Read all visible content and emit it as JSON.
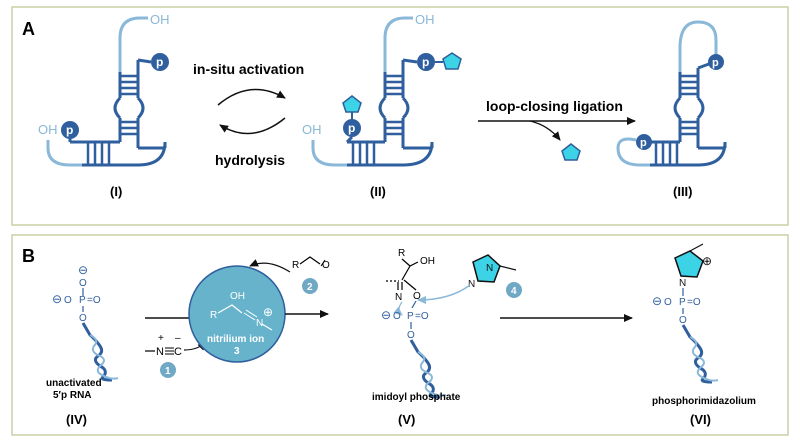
{
  "panel_a": {
    "letter": "A",
    "arrow_forward_label": "in-situ activation",
    "arrow_reverse_label": "hydrolysis",
    "ligation_label": "loop-closing ligation",
    "oh_label": "OH",
    "p_label": "p",
    "stage_labels": [
      "(I)",
      "(II)",
      "(III)"
    ]
  },
  "panel_b": {
    "letter": "B",
    "minus": "⊖",
    "plus": "⊕",
    "phosphate_o": "O",
    "phosphate_p": "P",
    "phosphate_eq_o": "=O",
    "iv_caption_line1": "unactivated",
    "iv_caption_line2": "5′p RNA",
    "isocyanide_n": "N",
    "isocyanide_c": "C",
    "isocyanide_plus": "+",
    "isocyanide_minus": "–",
    "aldehyde_r": "R",
    "aldehyde_o": "O",
    "nitrilium_oh": "OH",
    "nitrilium_r": "R",
    "nitrilium_n": "N",
    "nitrilium_label": "nitrilium ion",
    "nitrilium_number": "3",
    "badge_1": "1",
    "badge_2": "2",
    "badge_4": "4",
    "imidoyl_r": "R",
    "imidoyl_oh": "OH",
    "imidoyl_n": "N",
    "imidoyl_o": "O",
    "imidazole_n": "N",
    "v_caption": "imidoyl phosphate",
    "vi_caption": "phosphorimidazolium",
    "stage_labels": [
      "(IV)",
      "(V)",
      "(VI)"
    ]
  },
  "colors": {
    "dark_blue": "#2f5f9e",
    "light_blue": "#8ab8d8",
    "cyan": "#3cd3e6",
    "teal_circle": "#67b3cb",
    "badge": "#6fa9c6",
    "panel_border": "#c9d1a6"
  }
}
